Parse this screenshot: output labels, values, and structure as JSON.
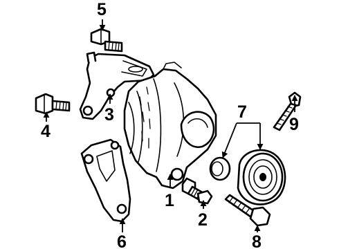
{
  "callouts": [
    {
      "id": "1",
      "text": "1"
    },
    {
      "id": "2",
      "text": "2"
    },
    {
      "id": "3",
      "text": "3"
    },
    {
      "id": "4",
      "text": "4"
    },
    {
      "id": "5",
      "text": "5"
    },
    {
      "id": "6",
      "text": "6"
    },
    {
      "id": "7",
      "text": "7"
    },
    {
      "id": "8",
      "text": "8"
    },
    {
      "id": "9",
      "text": "9"
    }
  ],
  "parts": [
    {
      "callout": "1",
      "icon": "alternator-icon"
    },
    {
      "callout": "2",
      "icon": "bolt-icon"
    },
    {
      "callout": "3",
      "icon": "bracket-icon"
    },
    {
      "callout": "4",
      "icon": "bolt-icon"
    },
    {
      "callout": "5",
      "icon": "bolt-icon"
    },
    {
      "callout": "6",
      "icon": "bracket-icon"
    },
    {
      "callout": "7",
      "icon": "pulley-icon"
    },
    {
      "callout": "8",
      "icon": "bolt-icon"
    },
    {
      "callout": "9",
      "icon": "stud-icon"
    }
  ]
}
